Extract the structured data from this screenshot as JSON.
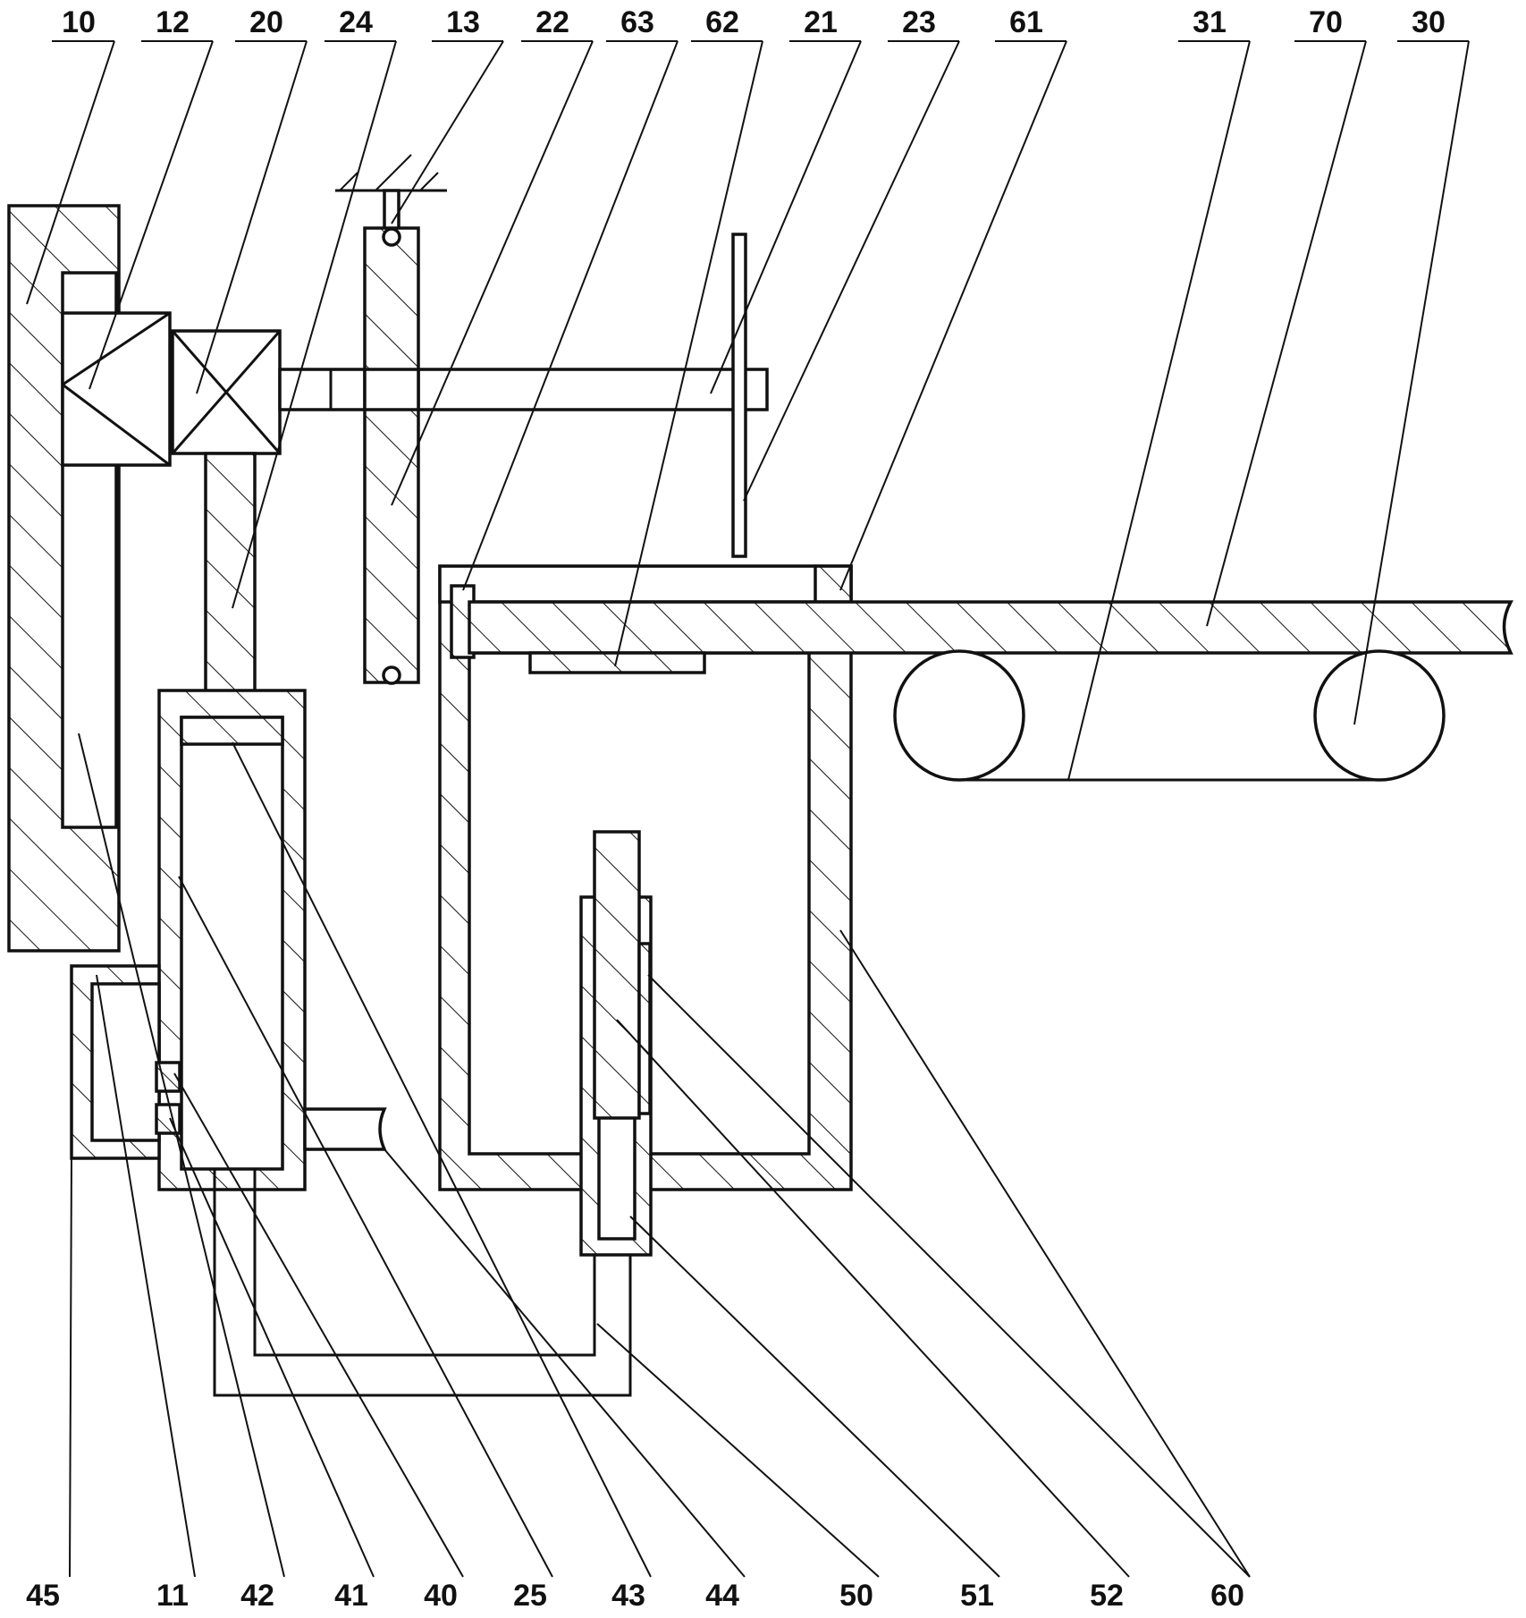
{
  "top_labels": [
    "10",
    "12",
    "20",
    "24",
    "13",
    "22",
    "63",
    "62",
    "21",
    "23",
    "61",
    "31",
    "70",
    "30"
  ],
  "bottom_labels": [
    "45",
    "11",
    "42",
    "41",
    "40",
    "25",
    "43",
    "44",
    "50",
    "51",
    "52",
    "60"
  ]
}
